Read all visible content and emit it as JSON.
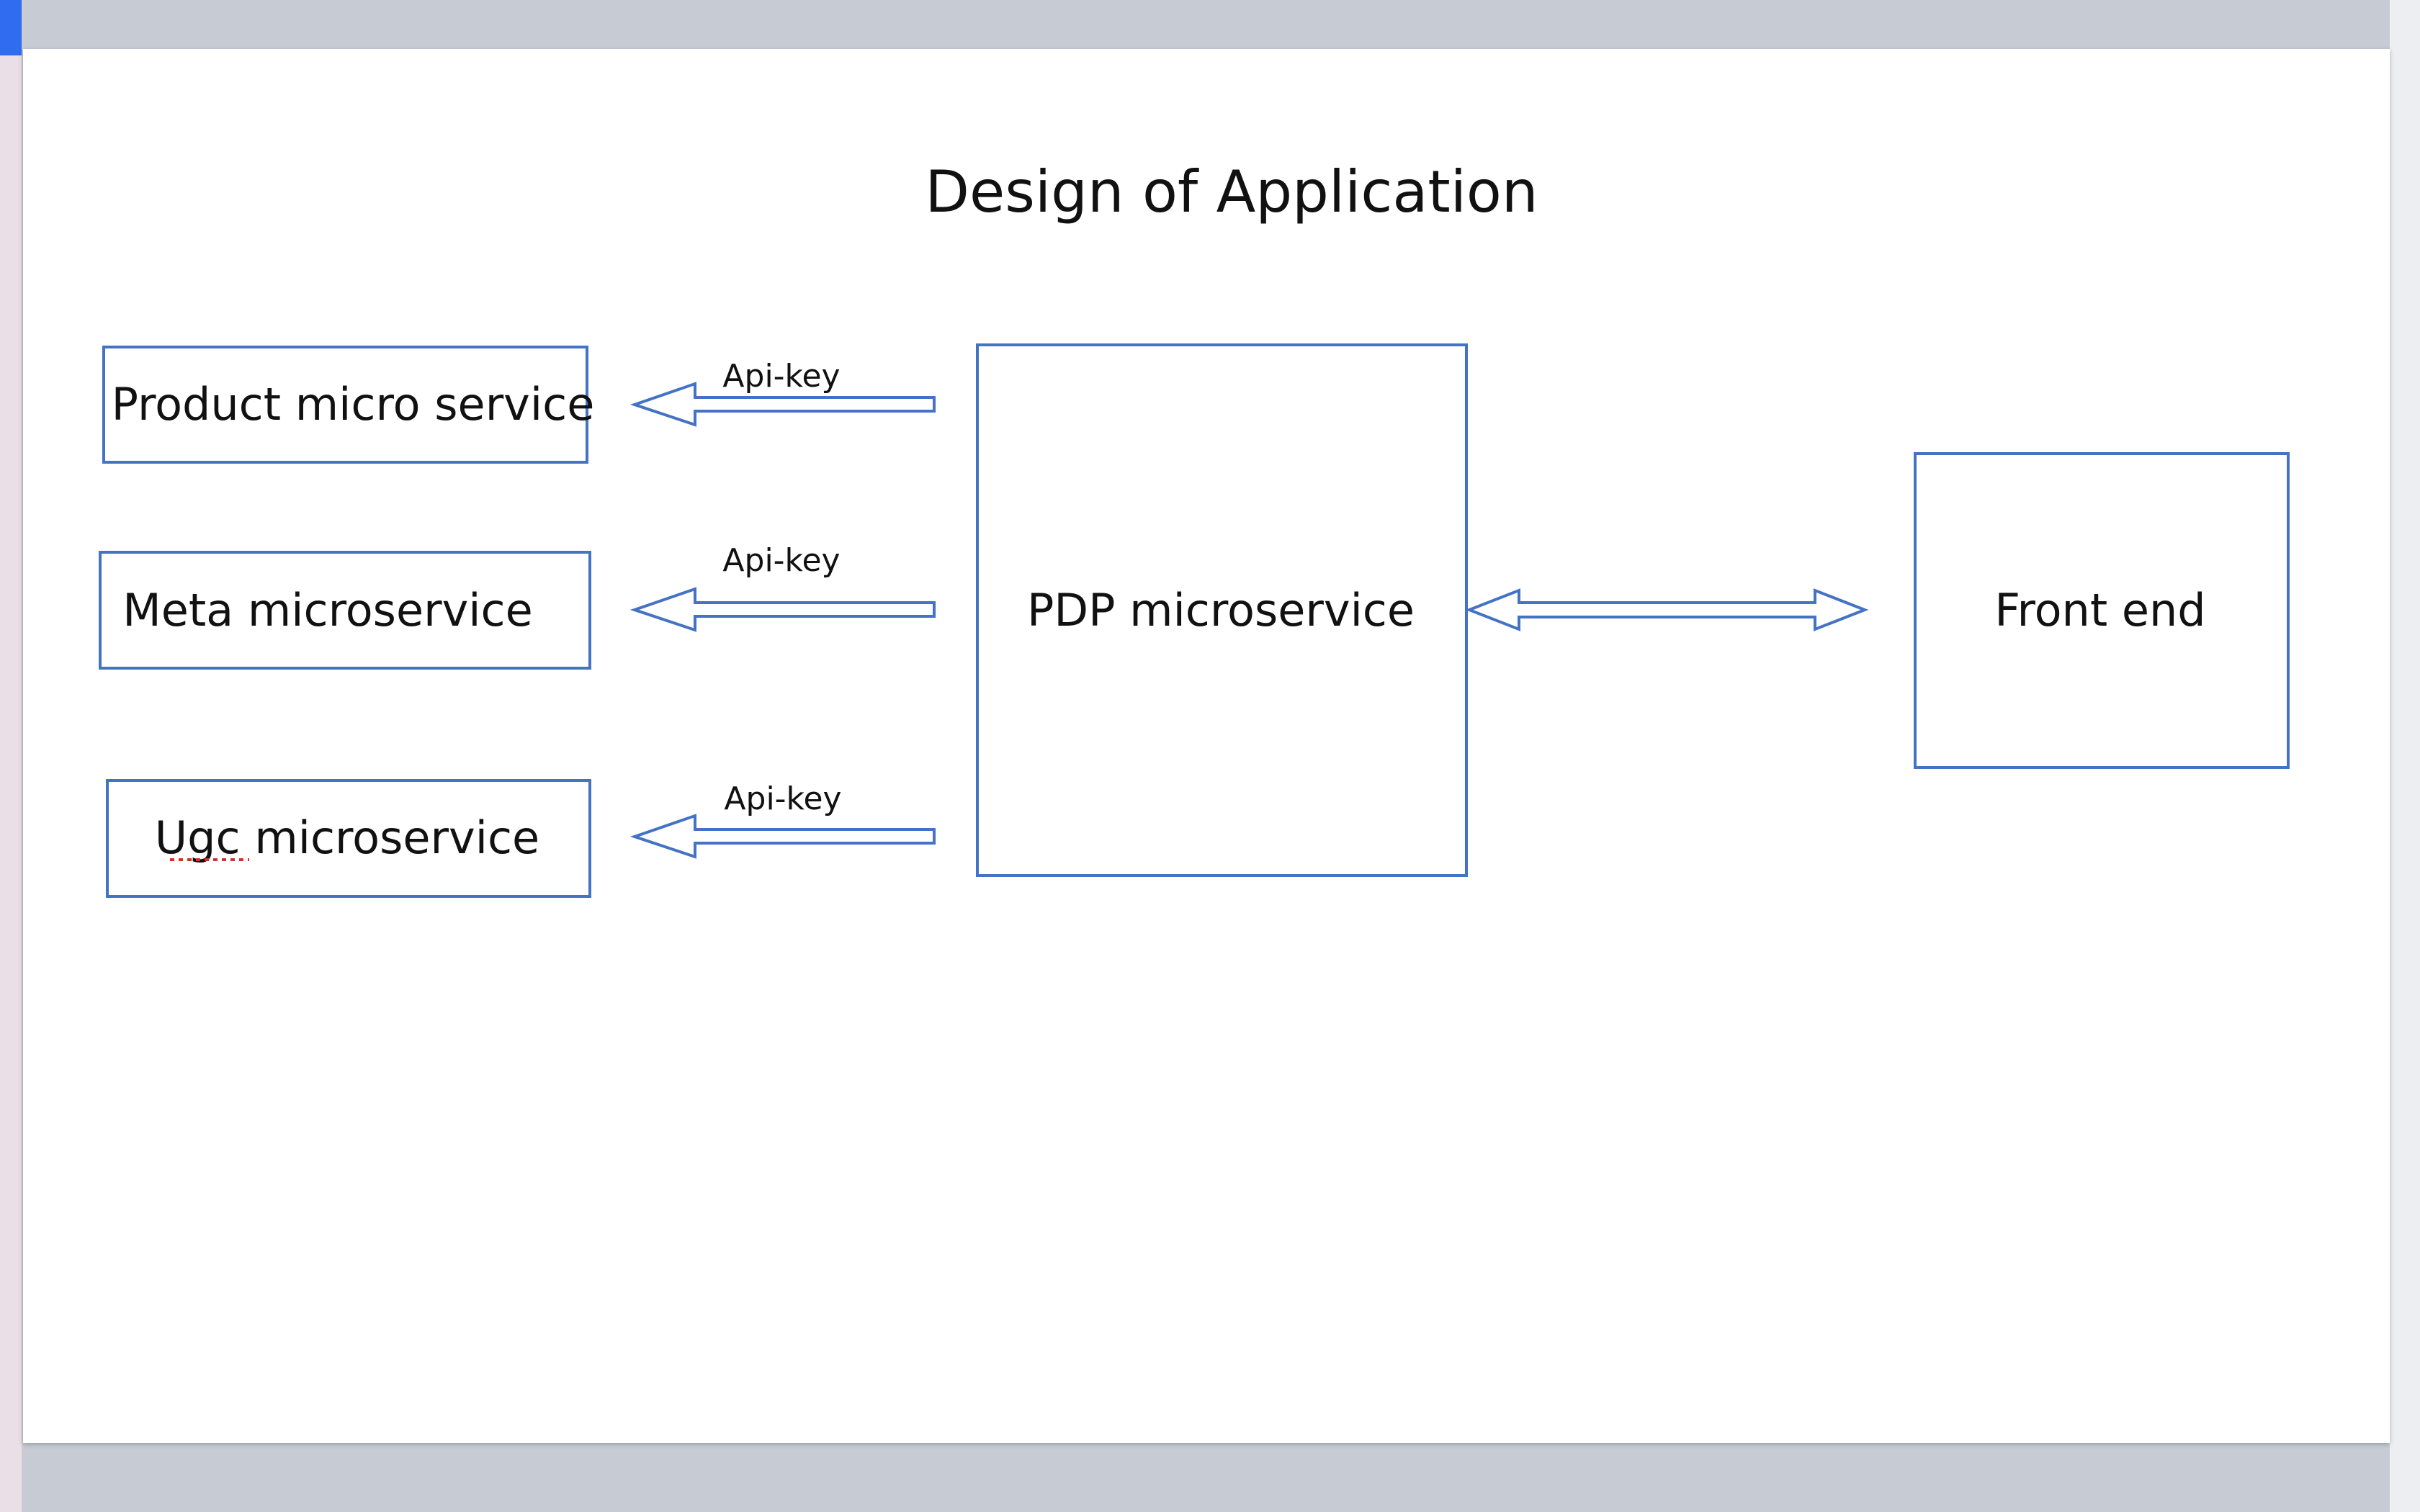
{
  "diagram": {
    "title": "Design of Application",
    "nodes": {
      "product": "Product micro service",
      "meta": "Meta microservice",
      "ugc_part1": "Ugc",
      "ugc_part2": " microservice",
      "pdp": "PDP microservice",
      "frontend": "Front end"
    },
    "edges": {
      "pdp_to_product": "Api-key",
      "pdp_to_meta": "Api-key",
      "pdp_to_ugc": "Api-key"
    }
  },
  "colors": {
    "box_stroke": "#4472c4",
    "spellcheck_underline": "#d0312d"
  }
}
